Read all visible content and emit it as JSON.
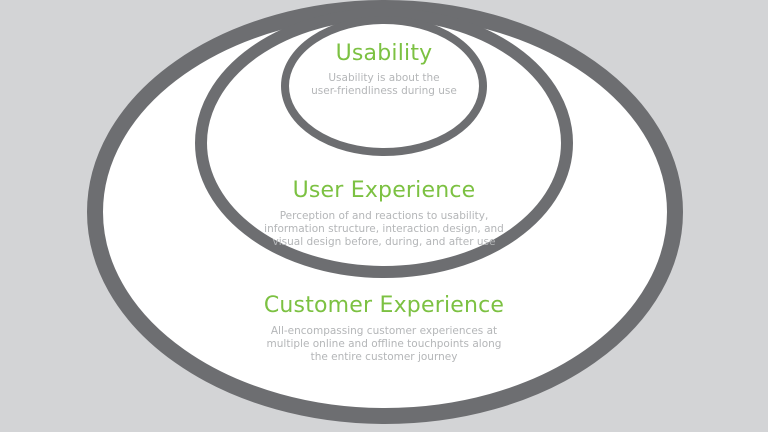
{
  "background_color": "#d3d4d6",
  "ring_color": "#6d6e71",
  "fill_color": "#ffffff",
  "title_color": "#7cc142",
  "text_color": "#b4b6b8",
  "layers": {
    "usability": {
      "title": "Usability",
      "description_lines": [
        "Usability is about the",
        "user-friendliness during use"
      ]
    },
    "user_experience": {
      "title": "User Experience",
      "description_lines": [
        "Perception of and reactions to usability,",
        "information structure, interaction design, and",
        "visual design before, during, and after use"
      ]
    },
    "customer_experience": {
      "title": "Customer Experience",
      "description_lines": [
        "All-encompassing customer experiences at",
        "multiple online and offline touchpoints along",
        "the entire customer journey"
      ]
    }
  }
}
